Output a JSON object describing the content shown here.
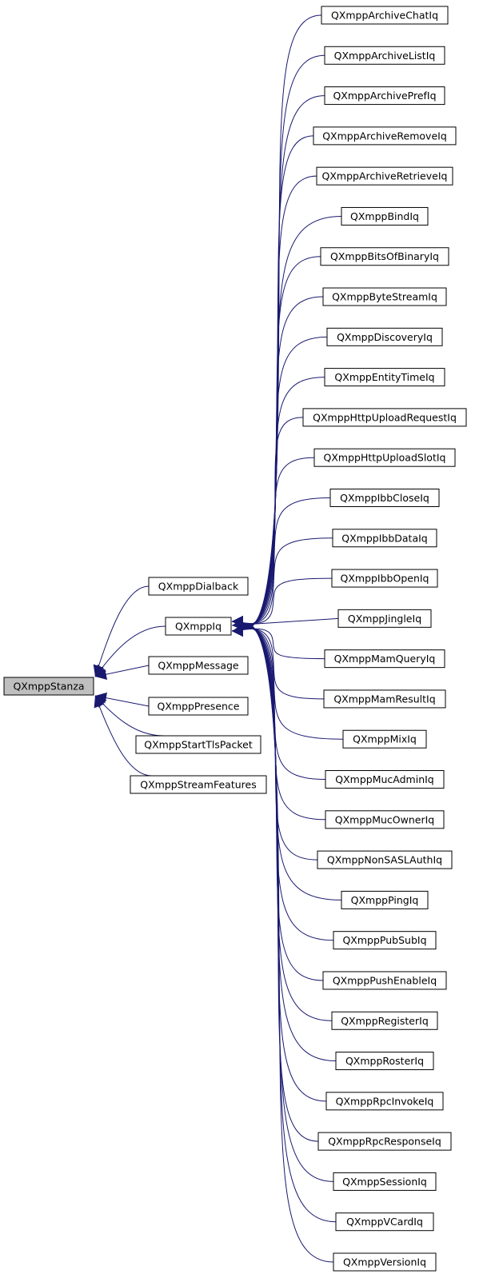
{
  "diagram": {
    "root": "QXmppStanza",
    "stanza_children": [
      "QXmppDialback",
      "QXmppIq",
      "QXmppMessage",
      "QXmppPresence",
      "QXmppStartTlsPacket",
      "QXmppStreamFeatures"
    ],
    "iq_parent": "QXmppIq",
    "iq_children": [
      "QXmppArchiveChatIq",
      "QXmppArchiveListIq",
      "QXmppArchivePrefIq",
      "QXmppArchiveRemoveIq",
      "QXmppArchiveRetrieveIq",
      "QXmppBindIq",
      "QXmppBitsOfBinaryIq",
      "QXmppByteStreamIq",
      "QXmppDiscoveryIq",
      "QXmppEntityTimeIq",
      "QXmppHttpUploadRequestIq",
      "QXmppHttpUploadSlotIq",
      "QXmppIbbCloseIq",
      "QXmppIbbDataIq",
      "QXmppIbbOpenIq",
      "QXmppJingleIq",
      "QXmppMamQueryIq",
      "QXmppMamResultIq",
      "QXmppMixIq",
      "QXmppMucAdminIq",
      "QXmppMucOwnerIq",
      "QXmppNonSASLAuthIq",
      "QXmppPingIq",
      "QXmppPubSubIq",
      "QXmppPushEnableIq",
      "QXmppRegisterIq",
      "QXmppRosterIq",
      "QXmppRpcInvokeIq",
      "QXmppRpcResponseIq",
      "QXmppSessionIq",
      "QXmppVCardIq",
      "QXmppVersionIq"
    ],
    "colors": {
      "edge": "#191970",
      "root_fill": "#bfbfbf",
      "node_fill": "#ffffff",
      "node_border": "#000000"
    }
  }
}
